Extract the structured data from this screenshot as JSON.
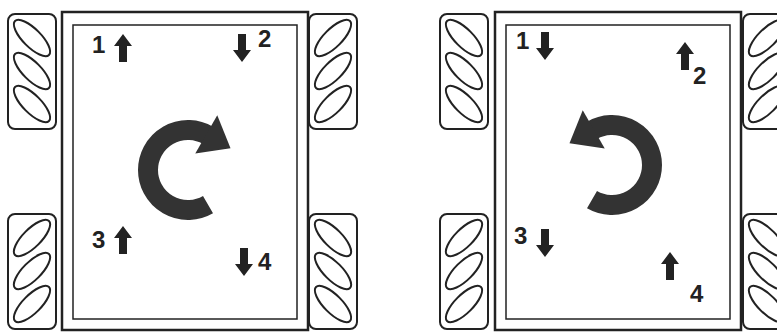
{
  "diagram": {
    "labels": [
      "1",
      "2",
      "3",
      "4",
      "1",
      "2",
      "3",
      "4"
    ]
  }
}
